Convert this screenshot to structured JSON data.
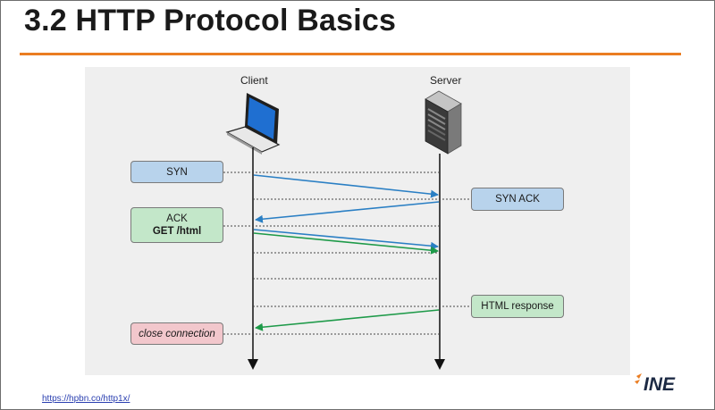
{
  "slide": {
    "title": "3.2 HTTP Protocol Basics",
    "source_link": "https://hpbn.co/http1x/",
    "accent_color": "#ea7d22"
  },
  "diagram": {
    "client_label": "Client",
    "server_label": "Server",
    "client_icon": "laptop-icon",
    "server_icon": "server-tower-icon",
    "messages": {
      "syn": "SYN",
      "syn_ack": "SYN ACK",
      "ack": "ACK",
      "get_html": "GET /html",
      "html_response": "HTML response",
      "close_connection": "close connection"
    },
    "colors": {
      "blue_arrow": "#2a7fc4",
      "green_arrow": "#1e9a49"
    }
  },
  "logo": {
    "text": "INE"
  }
}
